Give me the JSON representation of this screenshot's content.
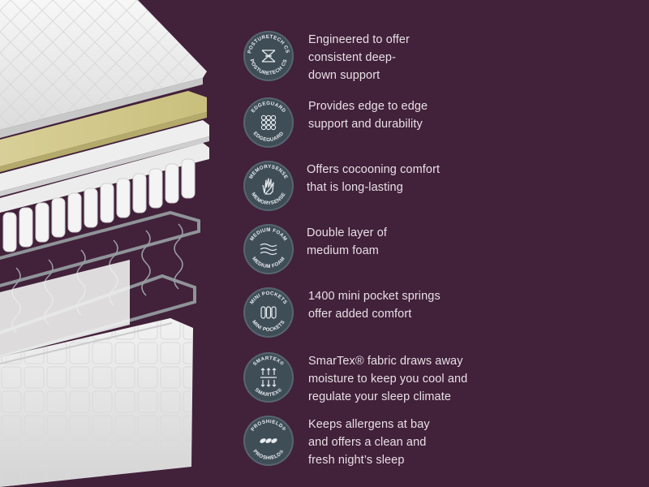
{
  "features": [
    {
      "badge_label": "POSTURETECH CS",
      "icon": "spring-coil-icon",
      "lines": [
        "Engineered to offer",
        "consistent deep-",
        "down support"
      ]
    },
    {
      "badge_label": "EDGEGUARD",
      "icon": "edge-grid-icon",
      "lines": [
        "Provides edge to edge",
        "support and durability"
      ]
    },
    {
      "badge_label": "MEMORYSENSE",
      "icon": "hand-icon",
      "lines": [
        "Offers cocooning comfort",
        "that is long-lasting"
      ]
    },
    {
      "badge_label": "MEDIUM FOAM",
      "icon": "foam-layers-icon",
      "lines": [
        "Double layer of",
        "medium foam"
      ]
    },
    {
      "badge_label": "MINI POCKETS",
      "icon": "mini-pocket-icon",
      "lines": [
        "1400 mini pocket springs",
        "offer added comfort"
      ]
    },
    {
      "badge_label": "SMARTEX®",
      "icon": "airflow-arrows-icon",
      "lines": [
        "SmarTex® fabric draws away",
        "moisture to keep you cool and",
        "regulate your sleep climate"
      ]
    },
    {
      "badge_label": "PROSHIELD®",
      "icon": "shield-braid-icon",
      "lines": [
        "Keeps allergens at bay",
        "and offers a clean and",
        "fresh night’s sleep"
      ]
    }
  ]
}
